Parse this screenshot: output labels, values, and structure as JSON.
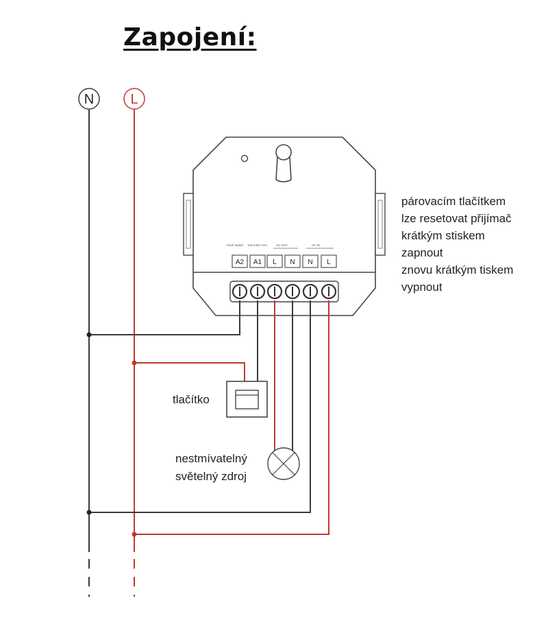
{
  "title": "Zapojení:",
  "lines": {
    "neutral_label": "N",
    "live_label": "L"
  },
  "colors": {
    "neutral": "#3a3a3a",
    "live": "#c0392b",
    "device": "#444444"
  },
  "device": {
    "terminals": [
      "A2",
      "A1",
      "L",
      "N",
      "N",
      "L"
    ],
    "header_labels": [
      "Push Switch",
      "100-240V VAC",
      "AC OUT",
      "AC IN"
    ]
  },
  "note_lines": [
    "párovacím tlačítkem",
    "lze resetovat přijímač",
    "krátkým stiskem",
    "zapnout",
    "znovu krátkým tiskem",
    "vypnout"
  ],
  "button_label": "tlačítko",
  "lamp_label_lines": [
    "nestmívatelný",
    "světelný zdroj"
  ]
}
